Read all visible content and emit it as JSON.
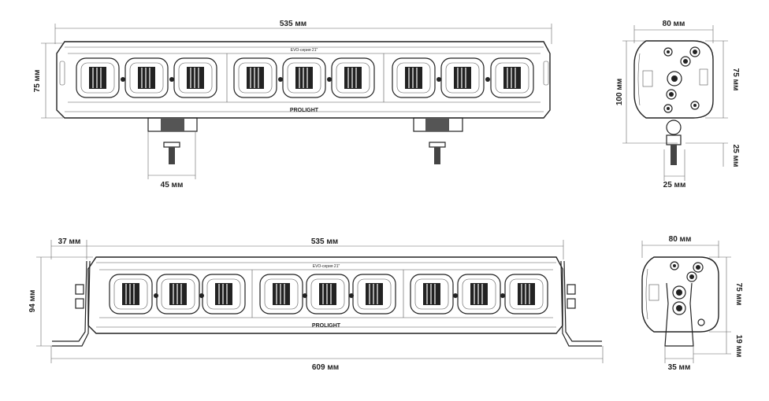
{
  "top_view": {
    "width_label": "535 мм",
    "height_label": "75 мм",
    "mount_label": "45 мм",
    "model_label": "EVO-серия 21\"",
    "brand": "PROLIGHT"
  },
  "top_side": {
    "width_label": "80 мм",
    "height_label": "100 мм",
    "body_label": "75 мм",
    "mount_height_label": "25 мм",
    "mount_width_label": "25 мм"
  },
  "bottom_view": {
    "offset_label": "37 мм",
    "width_label": "535 мм",
    "height_label": "94 мм",
    "total_label": "609 мм",
    "model_label": "EVO-серия 21\"",
    "brand": "PROLIGHT"
  },
  "bottom_side": {
    "width_label": "80 мм",
    "body_label": "75 мм",
    "mount_height_label": "19 мм",
    "mount_width_label": "35 мм"
  }
}
